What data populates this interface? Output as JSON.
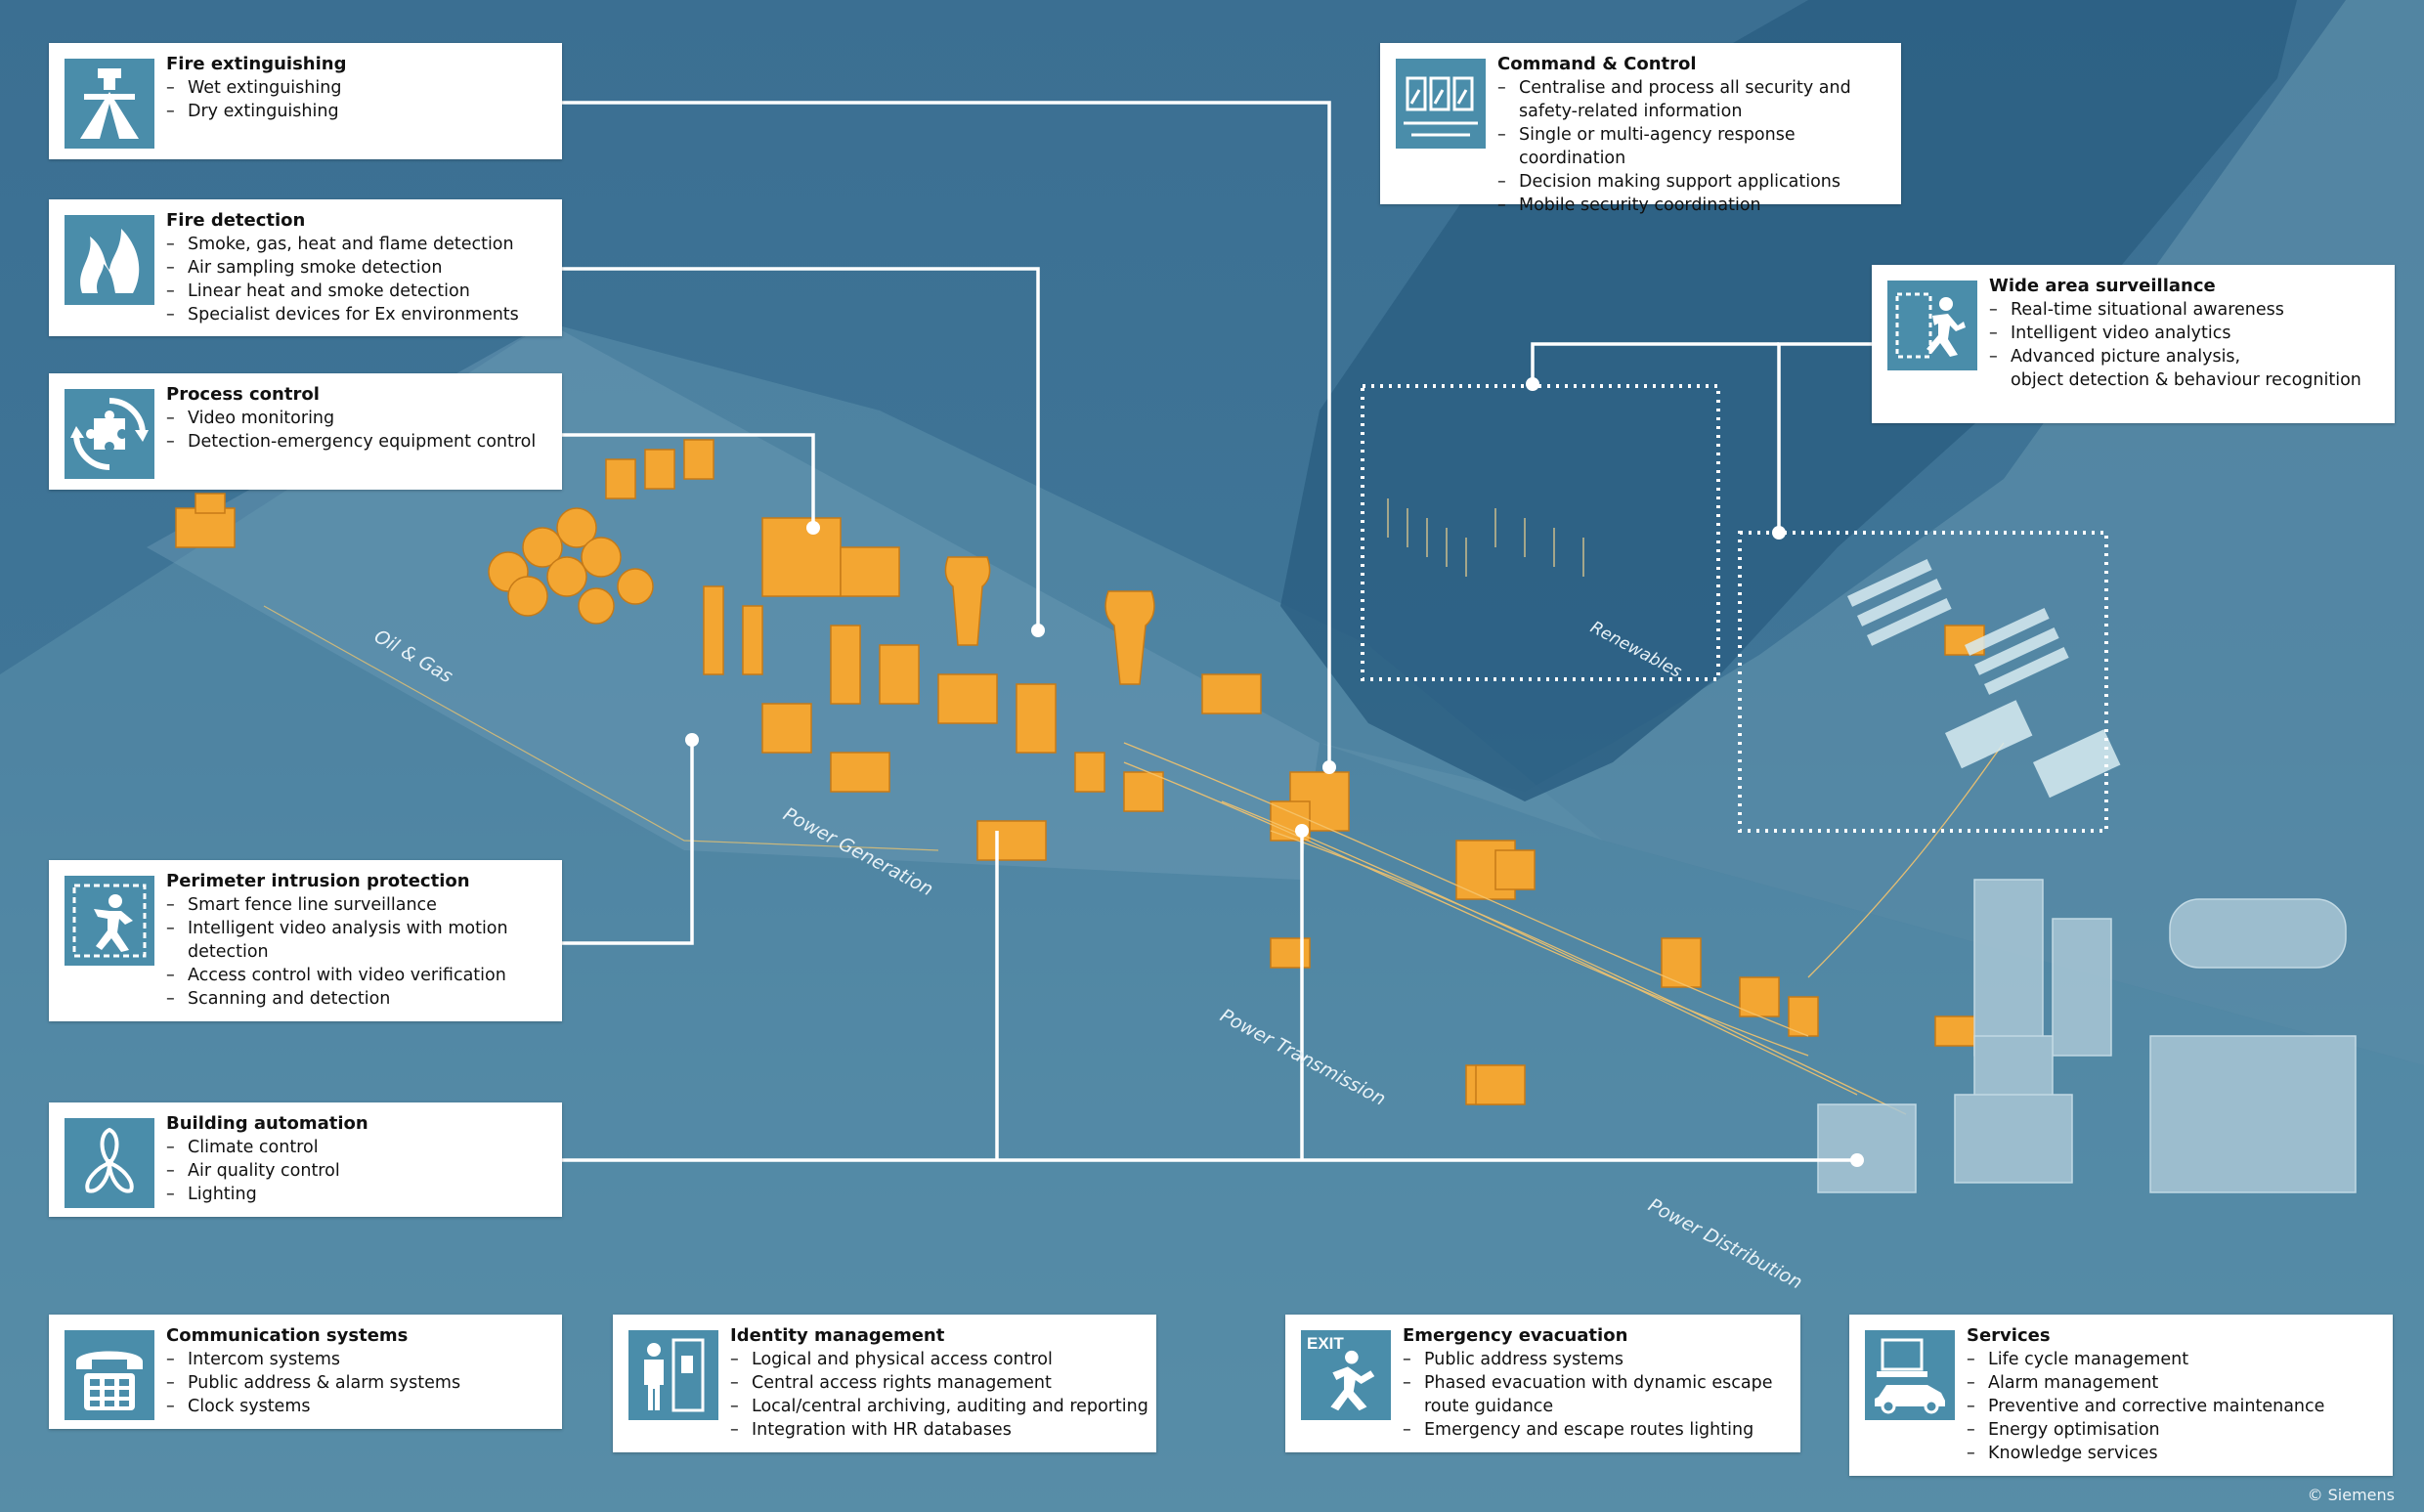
{
  "cards": {
    "fire_ext": {
      "title": "Fire extinguishing",
      "items": [
        "Wet extinguishing",
        "Dry extinguishing"
      ]
    },
    "fire_det": {
      "title": "Fire detection",
      "items": [
        "Smoke, gas, heat and flame detection",
        "Air sampling smoke detection",
        "Linear heat and smoke detection",
        "Specialist devices for Ex environments"
      ]
    },
    "process": {
      "title": "Process control",
      "items": [
        "Video monitoring",
        "Detection-emergency equipment control"
      ]
    },
    "perimeter": {
      "title": "Perimeter intrusion protection",
      "items": [
        "Smart fence line surveillance",
        "Intelligent video analysis with motion",
        "detection",
        "Access control with video verification",
        "Scanning and detection"
      ]
    },
    "building": {
      "title": "Building automation",
      "items": [
        "Climate control",
        "Air quality control",
        "Lighting"
      ]
    },
    "command": {
      "title": "Command & Control",
      "items": [
        "Centralise and process all security and",
        "safety-related information",
        "Single or multi-agency response coordination",
        "Decision making support applications",
        "Mobile security coordination"
      ]
    },
    "wide": {
      "title": "Wide area surveillance",
      "items": [
        "Real-time situational awareness",
        "Intelligent video analytics",
        "Advanced picture analysis,",
        "object detection & behaviour recognition"
      ]
    },
    "comm": {
      "title": "Communication systems",
      "items": [
        "Intercom systems",
        "Public address & alarm systems",
        "Clock systems"
      ]
    },
    "identity": {
      "title": "Identity management",
      "items": [
        "Logical and physical access control",
        "Central access rights management",
        "Local/central archiving, auditing and reporting",
        "Integration with HR databases"
      ]
    },
    "emergency": {
      "title": "Emergency evacuation",
      "items": [
        "Public address systems",
        "Phased evacuation with dynamic escape",
        "route guidance",
        "Emergency and escape routes lighting"
      ]
    },
    "services": {
      "title": "Services",
      "items": [
        "Life cycle management",
        "Alarm management",
        "Preventive and corrective maintenance",
        "Energy optimisation",
        "Knowledge services"
      ]
    }
  },
  "zones": {
    "oil_gas": "Oil & Gas",
    "power_generation": "Power Generation",
    "power_transmission": "Power Transmission",
    "power_distribution": "Power Distribution",
    "renewables": "Renewables"
  },
  "icons": {
    "fire_ext": "sprinkler-icon",
    "fire_det": "flame-icon",
    "process": "puzzle-cycle-icon",
    "perimeter": "intruder-fence-icon",
    "building": "fan-icon",
    "command": "control-room-icon",
    "wide": "running-person-door-icon",
    "comm": "telephone-icon",
    "identity": "door-access-icon",
    "emergency": "exit-sign-icon",
    "services": "computer-car-icon"
  },
  "exit_label": "EXIT",
  "copyright": "© Siemens",
  "colors": {
    "accent": "#4a8daa",
    "buildings": "#f2a535",
    "connector": "#ffffff",
    "background": "#3f7597"
  }
}
